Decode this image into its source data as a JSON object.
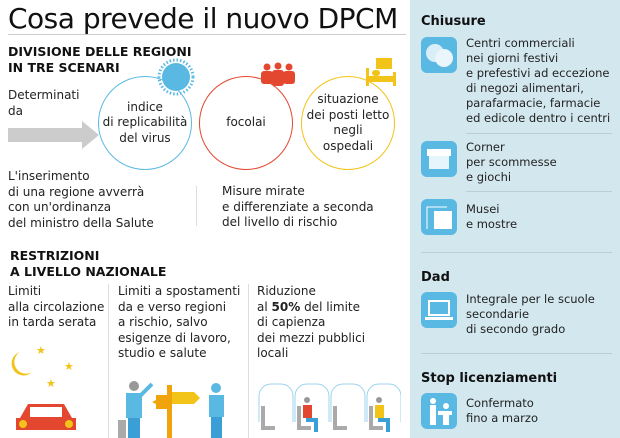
{
  "title": "Cosa prevede il nuovo DPCM",
  "scenari": {
    "heading": [
      "DIVISIONE DELLE REGIONI",
      "IN TRE SCENARI"
    ],
    "determinati": [
      "Determinati",
      "da"
    ],
    "circles": [
      {
        "lines": [
          "indice",
          "di replicabilità",
          "del virus"
        ],
        "color": "#5ab9e3",
        "icon": "virus-icon"
      },
      {
        "lines": [
          "focolai"
        ],
        "color": "#e4472f",
        "icon": "people-group-icon"
      },
      {
        "lines": [
          "situazione",
          "dei posti letto",
          "negli",
          "ospedali"
        ],
        "color": "#f2c318",
        "icon": "hospital-bed-icon"
      }
    ],
    "note_left": [
      "L'inserimento",
      "di una regione avverrà",
      "con un'ordinanza",
      "del ministro della Salute"
    ],
    "note_right": [
      "Misure mirate",
      "e differenziate a seconda",
      "del livello di rischio"
    ]
  },
  "restrizioni": {
    "heading": [
      "RESTRIZIONI",
      "A LIVELLO NAZIONALE"
    ],
    "cols": [
      {
        "lines": [
          "Limiti",
          "alla circolazione",
          "in tarda serata"
        ],
        "icon": "night-car-icon"
      },
      {
        "lines": [
          "Limiti a spostamenti",
          "da e verso regioni",
          "a rischio, salvo",
          "esigenze di lavoro,",
          "studio e salute"
        ],
        "icon": "travel-signpost-icon"
      },
      {
        "lines_pre": "Riduzione",
        "al": "al ",
        "bold": "50%",
        "rest": " del limite",
        "lines": [
          "di capienza",
          "dei mezzi pubblici",
          "locali"
        ],
        "icon": "bus-seats-icon"
      }
    ]
  },
  "panel": {
    "chiusure": {
      "heading": "Chiusure",
      "items": [
        {
          "icon": "shopping-mall-icon",
          "lines": [
            "Centri commerciali",
            "nei giorni festivi",
            "e prefestivi ad eccezione",
            "di negozi alimentari,",
            "parafarmacie, farmacie",
            "ed edicole dentro i centri"
          ]
        },
        {
          "icon": "shop-awning-icon",
          "lines": [
            "Corner",
            "per scommesse",
            "e giochi"
          ]
        },
        {
          "icon": "museum-icon",
          "lines": [
            "Musei",
            "e mostre"
          ]
        }
      ]
    },
    "dad": {
      "heading": "Dad",
      "icon": "laptop-icon",
      "lines": [
        "Integrale per le scuole",
        "secondarie",
        "di secondo grado"
      ]
    },
    "stop": {
      "heading": "Stop licenziamenti",
      "icon": "worker-desk-icon",
      "lines": [
        "Confermato",
        "fino a marzo"
      ]
    }
  }
}
